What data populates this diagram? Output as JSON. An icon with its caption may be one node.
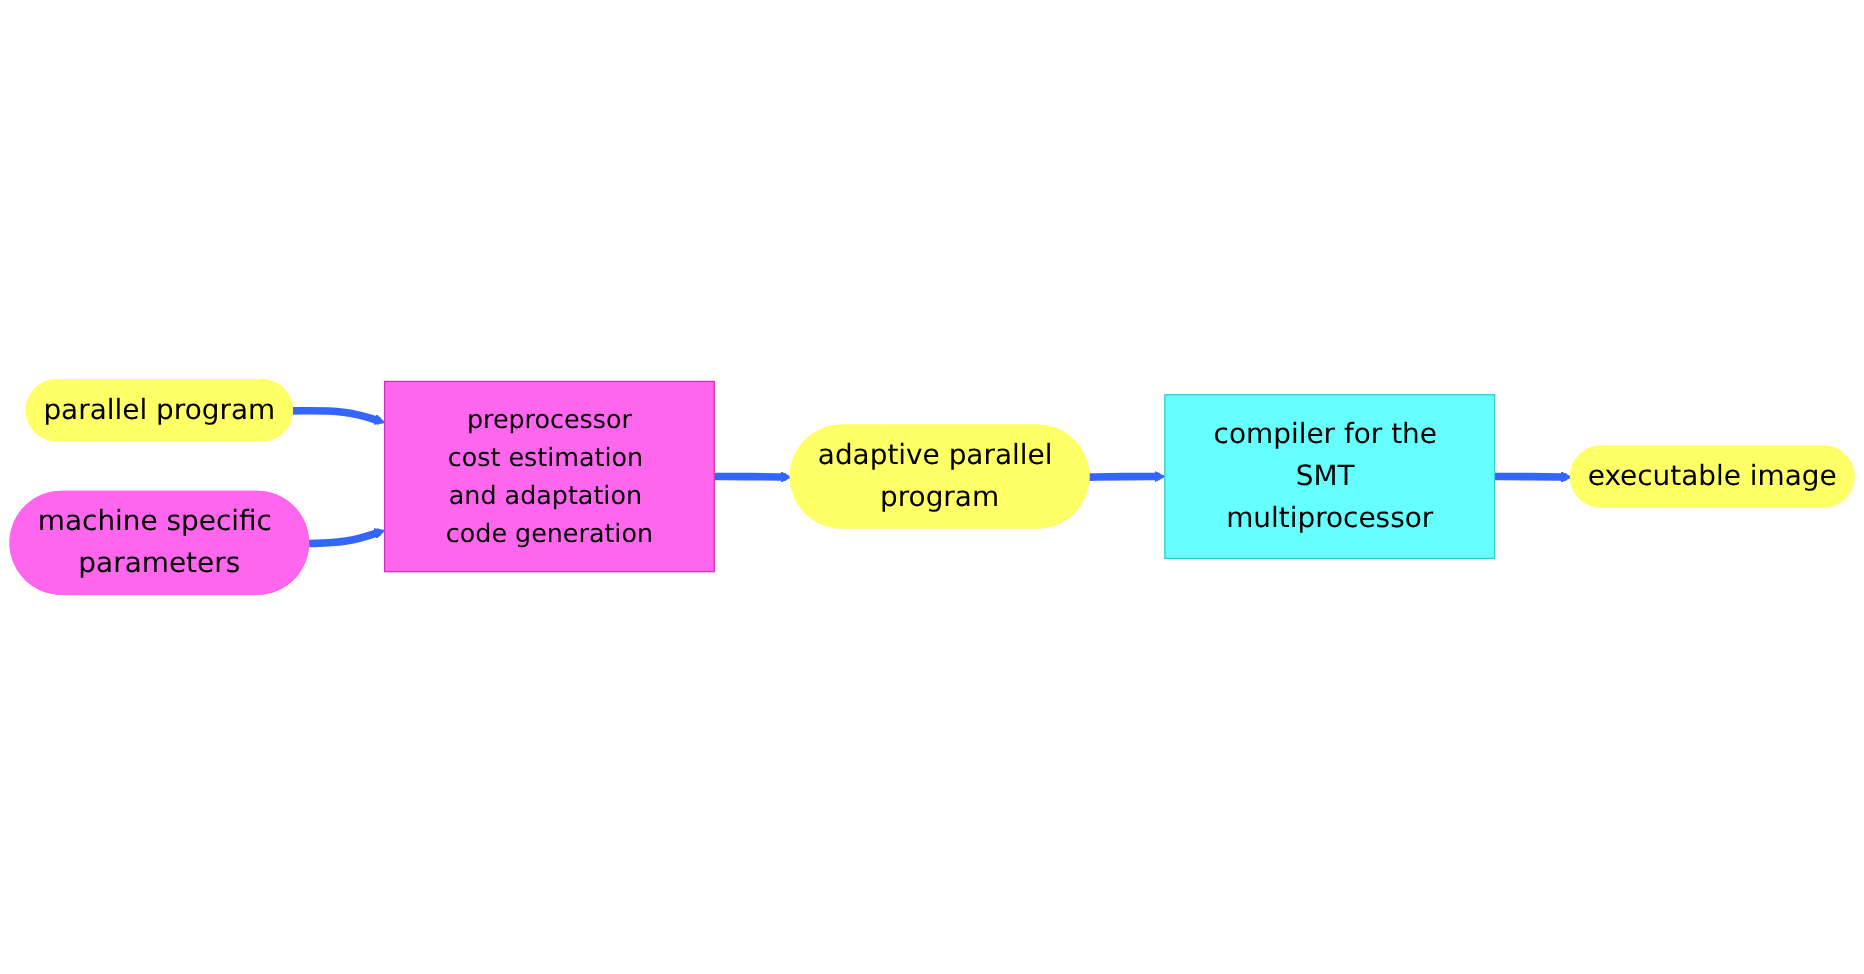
{
  "diagram": {
    "nodes": [
      {
        "text": [
          "parallel program"
        ]
      },
      {
        "text": [
          "machine specific parameters"
        ]
      },
      {
        "text": [
          "preprocessor",
          "cost estimation and adaptation code generation"
        ]
      },
      {
        "text": [
          "adaptive parallel program"
        ]
      },
      {
        "text": [
          "compiler for the SMT multiprocessor"
        ]
      },
      {
        "text": [
          "executable image"
        ]
      }
    ],
    "edges": [
      {
        "from": 0,
        "to": 2,
        "arrow": "to"
      },
      {
        "from": 1,
        "to": 2,
        "arrow": "to"
      },
      {
        "from": 2,
        "to": 3,
        "arrow": "to"
      },
      {
        "from": 3,
        "to": 4,
        "arrow": "to"
      },
      {
        "from": 4,
        "to": 5,
        "arrow": "to"
      }
    ]
  }
}
